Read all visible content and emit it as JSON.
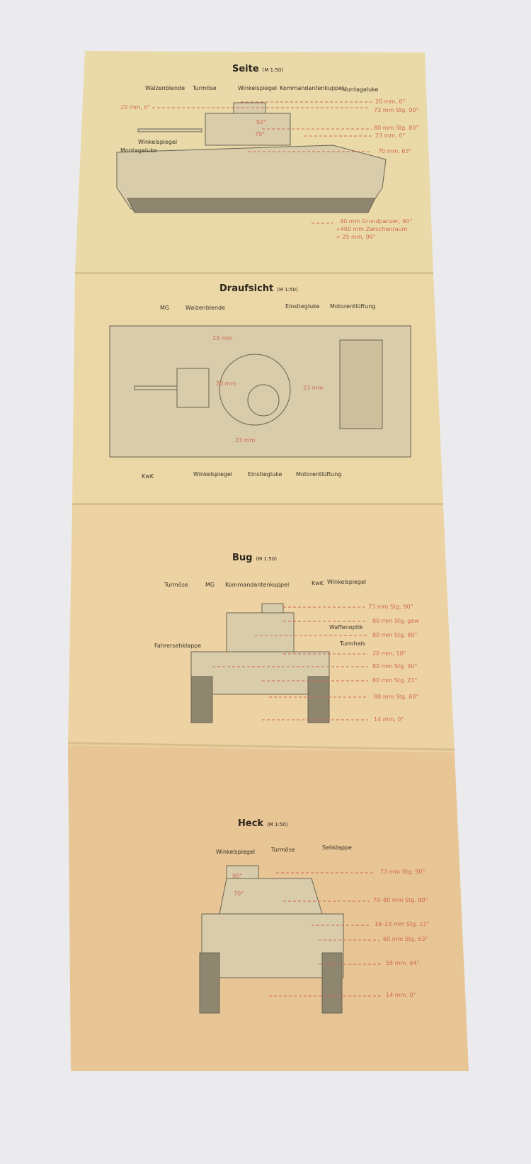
{
  "seite": {
    "title": "Seite",
    "scale": "(M 1:50)",
    "labels": [
      "Walzenblende",
      "Turmöse",
      "Winkelspiegel",
      "Kommandantenkuppel",
      "Montageluke",
      "Winkelspiegel",
      "Montageluke"
    ],
    "armor": [
      "20 mm, 0°",
      "20 mm, 0°",
      "73 mm Stg. 90°",
      "80 mm Stg. 80°",
      "23 mm, 0°",
      "70 mm, 63°",
      "92°",
      "70°"
    ],
    "bottom": [
      "40 mm Grundpanzer, 90°",
      "+400 mm Zwischenraum",
      "+ 25 mm, 90°"
    ]
  },
  "draufsicht": {
    "title": "Draufsicht",
    "scale": "(M 1:50)",
    "labels": [
      "MG",
      "Walzenblende",
      "Einstiegluke",
      "Motorentlüftung",
      "KwK",
      "Winkelspiegel",
      "Einstiegluke",
      "Motorentlüftung"
    ],
    "armor": [
      "23 mm",
      "20 mm",
      "23 mm",
      "23 mm"
    ]
  },
  "bug": {
    "title": "Bug",
    "scale": "(M 1:50)",
    "labels": [
      "Turmöse",
      "MG",
      "Kommandantenkuppel",
      "KwK",
      "Winkelspiegel",
      "Fahrersehklappe",
      "Waffenoptik",
      "Turmhals"
    ],
    "armor": [
      "73 mm Stg. 90°",
      "80 mm Stg. gew",
      "80 mm Stg. 80°",
      "20 mm, 10°",
      "80 mm Stg. 90°",
      "80 mm Stg. 21°",
      "80 mm Stg. 60°",
      "14 mm, 0°"
    ]
  },
  "heck": {
    "title": "Heck",
    "scale": "(M 1:50)",
    "labels": [
      "Winkelspiegel",
      "Turmöse",
      "Sehklappe"
    ],
    "armor": [
      "73 mm Stg. 90°",
      "70–80 mm Stg. 80°",
      "16–23 mm Stg. 11°",
      "60 mm Stg. 63°",
      "55 mm, 64°",
      "14 mm, 0°",
      "90°",
      "70°"
    ]
  }
}
